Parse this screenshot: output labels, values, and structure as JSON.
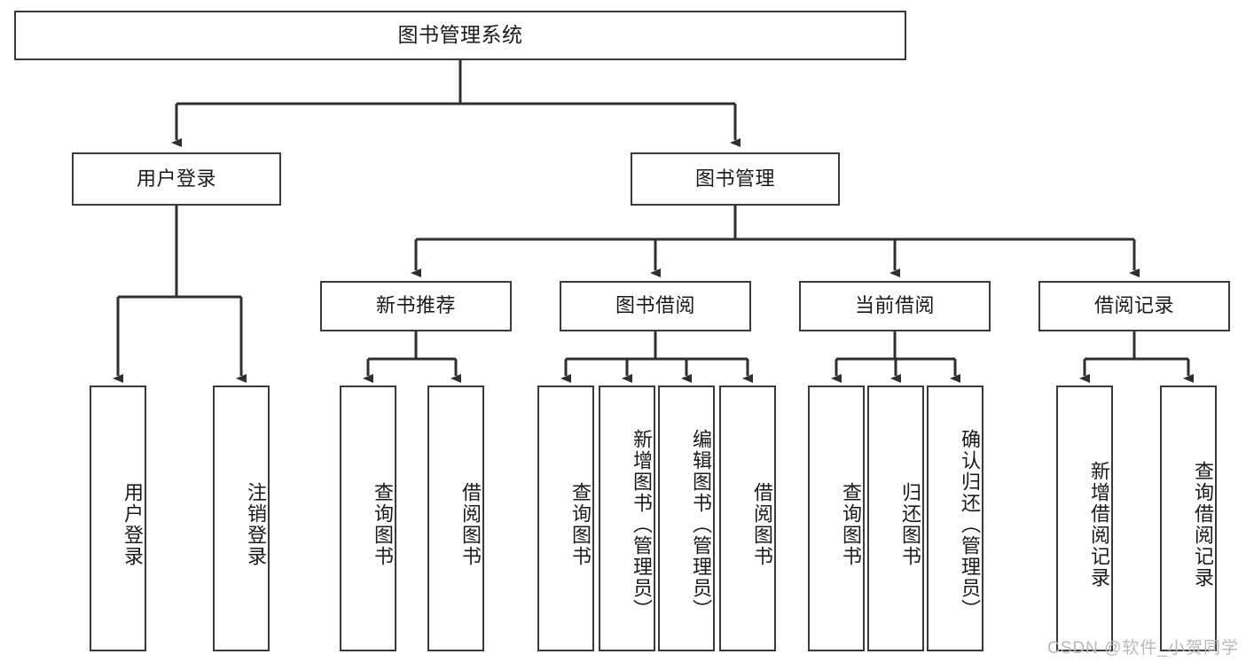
{
  "diagram": {
    "type": "tree-hierarchy",
    "title": "图书管理系统",
    "root": {
      "id": "root",
      "label": "图书管理系统"
    },
    "level2": [
      {
        "id": "user-login",
        "label": "用户登录"
      },
      {
        "id": "book-manage",
        "label": "图书管理"
      }
    ],
    "level3": [
      {
        "id": "new-book-rec",
        "label": "新书推荐",
        "parent": "book-manage"
      },
      {
        "id": "book-borrow",
        "label": "图书借阅",
        "parent": "book-manage"
      },
      {
        "id": "current-borrow",
        "label": "当前借阅",
        "parent": "book-manage"
      },
      {
        "id": "borrow-record",
        "label": "借阅记录",
        "parent": "book-manage"
      }
    ],
    "leaves": {
      "user-login": [
        {
          "id": "leaf-user-login",
          "label": "用户登录"
        },
        {
          "id": "leaf-logout",
          "label": "注销登录"
        }
      ],
      "new-book-rec": [
        {
          "id": "leaf-query-book-1",
          "label": "查询图书"
        },
        {
          "id": "leaf-borrow-book-1",
          "label": "借阅图书"
        }
      ],
      "book-borrow": [
        {
          "id": "leaf-query-book-2",
          "label": "查询图书"
        },
        {
          "id": "leaf-add-book",
          "label": "新增图书（管理员）"
        },
        {
          "id": "leaf-edit-book",
          "label": "编辑图书（管理员）"
        },
        {
          "id": "leaf-borrow-book-2",
          "label": "借阅图书"
        }
      ],
      "current-borrow": [
        {
          "id": "leaf-query-book-3",
          "label": "查询图书"
        },
        {
          "id": "leaf-return-book",
          "label": "归还图书"
        },
        {
          "id": "leaf-confirm-return",
          "label": "确认归还（管理员）"
        }
      ],
      "borrow-record": [
        {
          "id": "leaf-add-record",
          "label": "新增借阅记录"
        },
        {
          "id": "leaf-query-record",
          "label": "查询借阅记录"
        }
      ]
    }
  },
  "watermark": {
    "text": "CSDN @软件_小贺同学"
  },
  "colors": {
    "stroke": "#3a3a3a",
    "background": "#ffffff",
    "text": "#1a1a1a",
    "watermark": "#b9b9b9"
  }
}
